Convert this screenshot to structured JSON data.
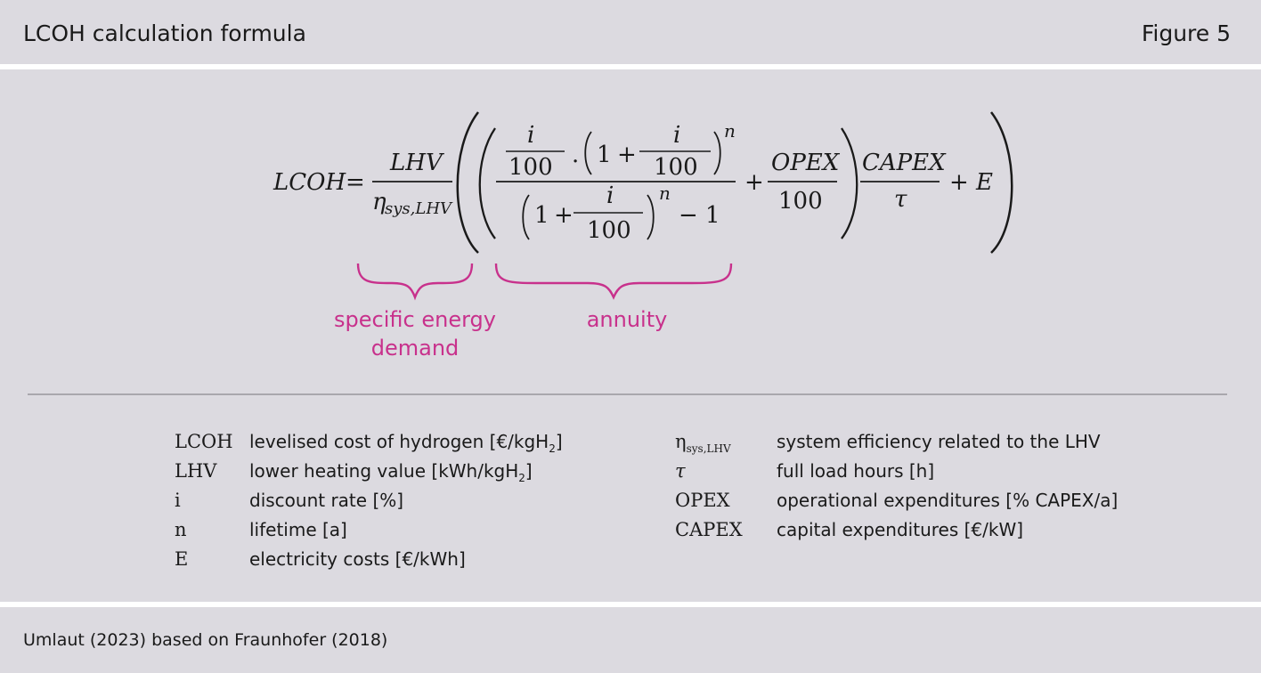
{
  "header": {
    "title": "LCOH calculation formula",
    "figure_label": "Figure 5"
  },
  "formula": {
    "lhs": "LCOH",
    "equals": "=",
    "lhv": "LHV",
    "eta": "η",
    "eta_sub": "sys,LHV",
    "i": "i",
    "hundred": "100",
    "dot": "·",
    "one": "1",
    "plus": "+",
    "n": "n",
    "minus_one": "− 1",
    "opex": "OPEX",
    "capex": "CAPEX",
    "tau": "τ",
    "plus_e": "+ E"
  },
  "annotations": {
    "brace_color": "#c8318c",
    "specific_line1": "specific energy",
    "specific_line2": "demand",
    "annuity": "annuity"
  },
  "legend": {
    "left": [
      {
        "symbol": "LCOH",
        "desc": "levelised cost of hydrogen [€/kgH",
        "sub": "2",
        "tail": "]"
      },
      {
        "symbol": "LHV",
        "desc": "lower heating value [kWh/kgH",
        "sub": "2",
        "tail": "]"
      },
      {
        "symbol": "i",
        "desc": "discount rate [%]",
        "sub": "",
        "tail": ""
      },
      {
        "symbol": "n",
        "desc": "lifetime [a]",
        "sub": "",
        "tail": ""
      },
      {
        "symbol": "E",
        "desc": "electricity costs [€/kWh]",
        "sub": "",
        "tail": ""
      }
    ],
    "right": [
      {
        "symbol": "η",
        "symbol_sub": "sys,LHV",
        "desc": "system efficiency related to the LHV"
      },
      {
        "symbol": "τ",
        "symbol_sub": "",
        "desc": "full load hours [h]"
      },
      {
        "symbol": "OPEX",
        "symbol_sub": "",
        "desc": "operational expenditures [% CAPEX/a]"
      },
      {
        "symbol": "CAPEX",
        "symbol_sub": "",
        "desc": "capital expenditures [€/kW]"
      }
    ]
  },
  "footer": {
    "source": "Umlaut (2023) based on Fraunhofer (2018)"
  }
}
